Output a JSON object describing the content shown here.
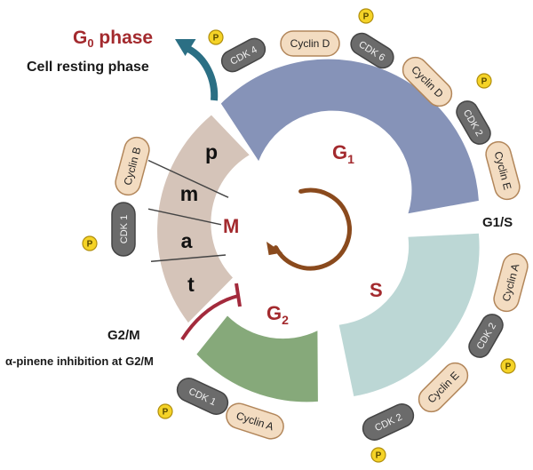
{
  "g0": {
    "title_main": "G",
    "title_sub": "0",
    "title_rest": " phase",
    "subtitle": "Cell resting phase"
  },
  "phases": {
    "g1_main": "G",
    "g1_sub": "1",
    "s": "S",
    "g2_main": "G",
    "g2_sub": "2",
    "m": "M"
  },
  "m_subphases": [
    "p",
    "m",
    "a",
    "t"
  ],
  "checkpoints": {
    "g1s": "G1/S",
    "g2m": "G2/M"
  },
  "inhibition_label": "α-pinene inhibition at G2/M",
  "proteins": {
    "cdk4": "CDK 4",
    "cyclin_d_top": "Cyclin D",
    "cdk6": "CDK 6",
    "cyclin_d_right": "Cyclin D",
    "cdk2_g1": "CDK 2",
    "cyclin_e_g1": "Cyclin E",
    "cyclin_a_s": "Cyclin A",
    "cdk2_s": "CDK 2",
    "cyclin_e_s": "Cyclin E",
    "cdk2_bottom": "CDK 2",
    "cyclin_a_g2": "Cyclin A",
    "cdk1_g2": "CDK 1",
    "cyclin_b": "Cyclin B",
    "cdk1_m": "CDK 1"
  },
  "phosphate": "P",
  "colors": {
    "g1": "#8693b8",
    "s": "#bcd7d5",
    "g2": "#86a97a",
    "m": "#d5c4b9",
    "g0_arrow": "#2b6f84",
    "cycle_arrow": "#8a4a1d",
    "label_red": "#a32a2e",
    "cyclin_fill": "#f3dcc1",
    "cyclin_stroke": "#b2865a",
    "cdk_fill": "#6b6b6b",
    "cdk_stroke": "#444444",
    "phosphate_fill": "#f5d327",
    "phosphate_stroke": "#b08e0c",
    "inhibition": "#a32a3c"
  }
}
